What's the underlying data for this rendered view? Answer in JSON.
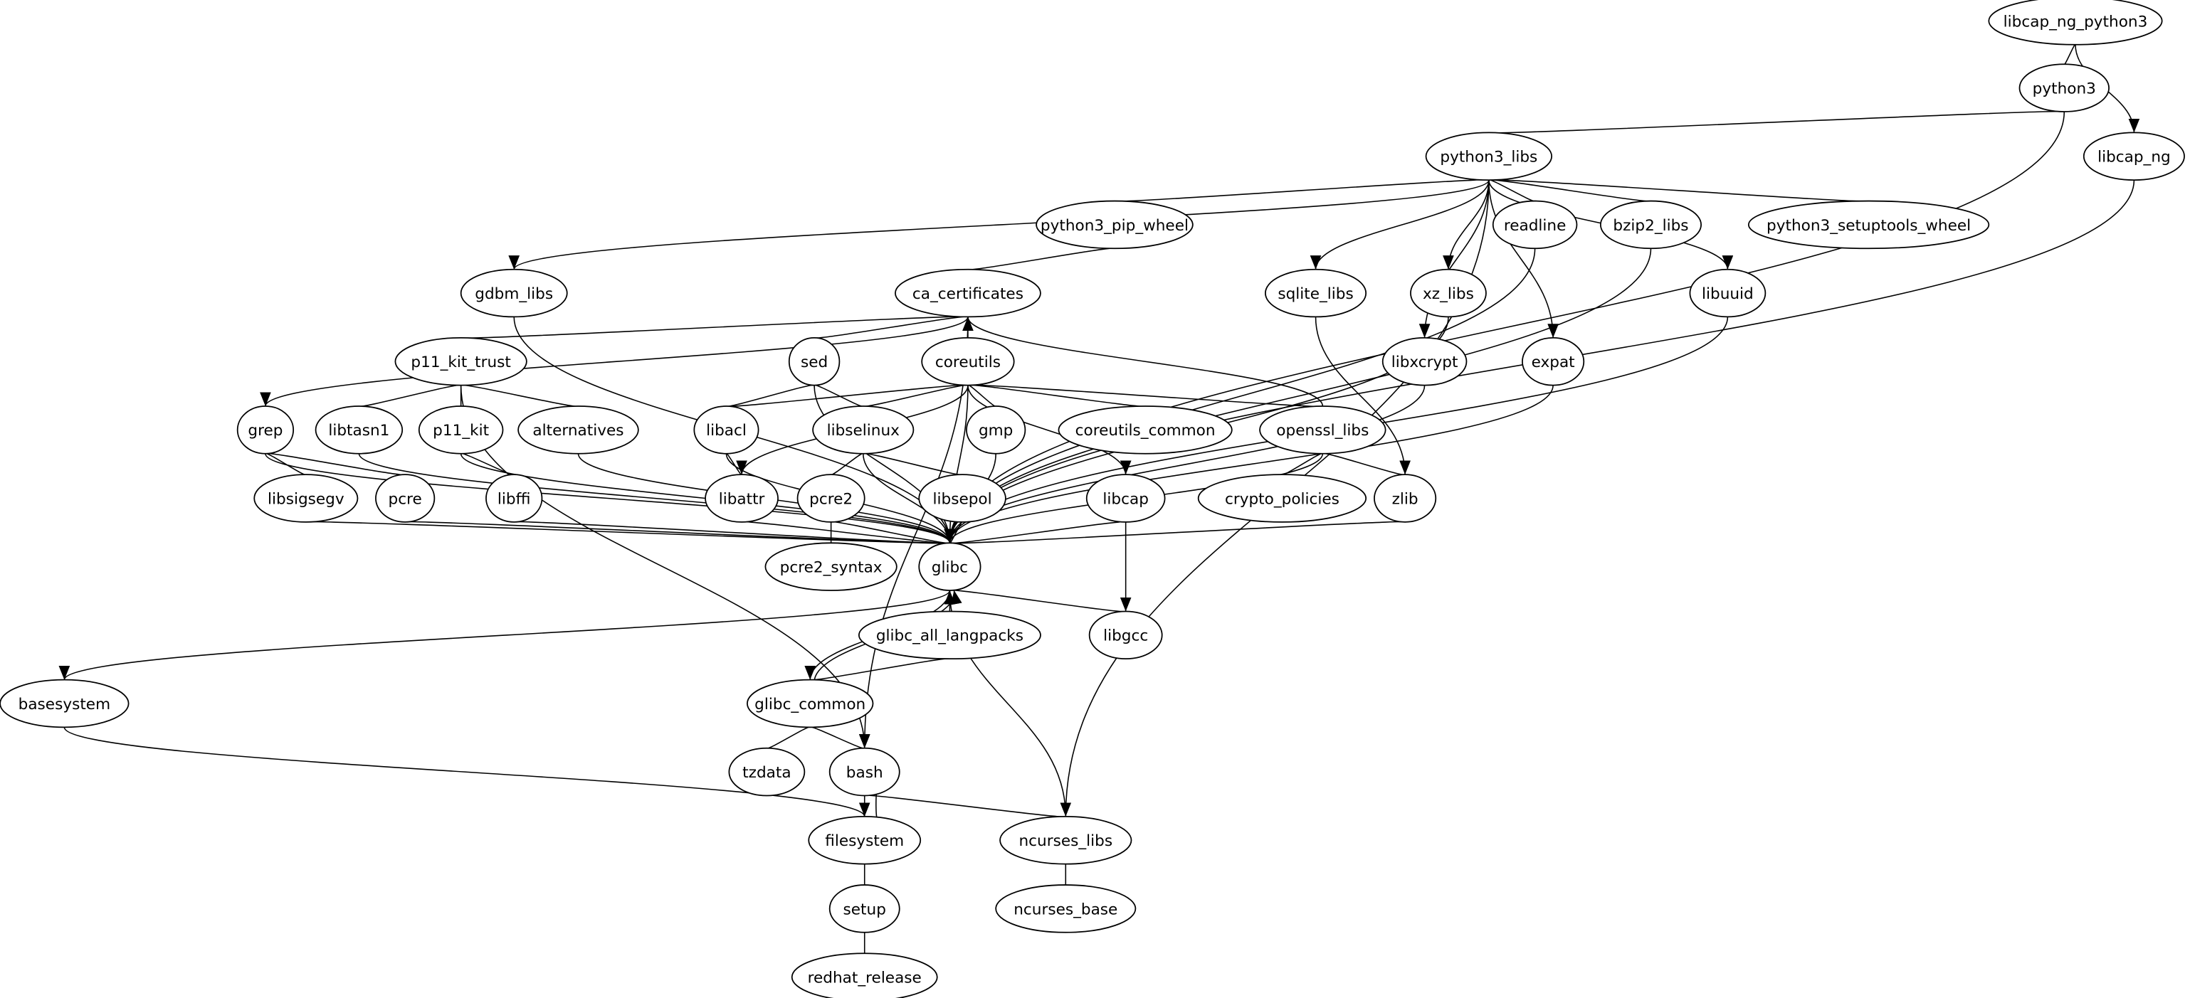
{
  "graph": {
    "nodes": [
      {
        "id": "libcap_ng_python3",
        "label": "libcap_ng_python3"
      },
      {
        "id": "python3",
        "label": "python3"
      },
      {
        "id": "libcap_ng",
        "label": "libcap_ng"
      },
      {
        "id": "python3_libs",
        "label": "python3_libs"
      },
      {
        "id": "python3_pip_wheel",
        "label": "python3_pip_wheel"
      },
      {
        "id": "readline",
        "label": "readline"
      },
      {
        "id": "bzip2_libs",
        "label": "bzip2_libs"
      },
      {
        "id": "python3_setuptools_wheel",
        "label": "python3_setuptools_wheel"
      },
      {
        "id": "gdbm_libs",
        "label": "gdbm_libs"
      },
      {
        "id": "ca_certificates",
        "label": "ca_certificates"
      },
      {
        "id": "sqlite_libs",
        "label": "sqlite_libs"
      },
      {
        "id": "xz_libs",
        "label": "xz_libs"
      },
      {
        "id": "libuuid",
        "label": "libuuid"
      },
      {
        "id": "p11_kit_trust",
        "label": "p11_kit_trust"
      },
      {
        "id": "sed",
        "label": "sed"
      },
      {
        "id": "coreutils",
        "label": "coreutils"
      },
      {
        "id": "libxcrypt",
        "label": "libxcrypt"
      },
      {
        "id": "expat",
        "label": "expat"
      },
      {
        "id": "grep",
        "label": "grep"
      },
      {
        "id": "libtasn1",
        "label": "libtasn1"
      },
      {
        "id": "p11_kit",
        "label": "p11_kit"
      },
      {
        "id": "alternatives",
        "label": "alternatives"
      },
      {
        "id": "libacl",
        "label": "libacl"
      },
      {
        "id": "libselinux",
        "label": "libselinux"
      },
      {
        "id": "gmp",
        "label": "gmp"
      },
      {
        "id": "coreutils_common",
        "label": "coreutils_common"
      },
      {
        "id": "openssl_libs",
        "label": "openssl_libs"
      },
      {
        "id": "libsigsegv",
        "label": "libsigsegv"
      },
      {
        "id": "pcre",
        "label": "pcre"
      },
      {
        "id": "libffi",
        "label": "libffi"
      },
      {
        "id": "libattr",
        "label": "libattr"
      },
      {
        "id": "pcre2",
        "label": "pcre2"
      },
      {
        "id": "libsepol",
        "label": "libsepol"
      },
      {
        "id": "libcap",
        "label": "libcap"
      },
      {
        "id": "crypto_policies",
        "label": "crypto_policies"
      },
      {
        "id": "zlib",
        "label": "zlib"
      },
      {
        "id": "pcre2_syntax",
        "label": "pcre2_syntax"
      },
      {
        "id": "glibc",
        "label": "glibc"
      },
      {
        "id": "glibc_all_langpacks",
        "label": "glibc_all_langpacks"
      },
      {
        "id": "libgcc",
        "label": "libgcc"
      },
      {
        "id": "basesystem",
        "label": "basesystem"
      },
      {
        "id": "glibc_common",
        "label": "glibc_common"
      },
      {
        "id": "tzdata",
        "label": "tzdata"
      },
      {
        "id": "bash",
        "label": "bash"
      },
      {
        "id": "filesystem",
        "label": "filesystem"
      },
      {
        "id": "ncurses_libs",
        "label": "ncurses_libs"
      },
      {
        "id": "setup",
        "label": "setup"
      },
      {
        "id": "ncurses_base",
        "label": "ncurses_base"
      },
      {
        "id": "redhat_release",
        "label": "redhat_release"
      }
    ],
    "edges": [
      [
        "libcap_ng_python3",
        "python3"
      ],
      [
        "libcap_ng_python3",
        "libcap_ng"
      ],
      [
        "python3",
        "python3_libs"
      ],
      [
        "python3",
        "glibc"
      ],
      [
        "libcap_ng",
        "glibc"
      ],
      [
        "python3_libs",
        "gdbm_libs"
      ],
      [
        "python3_libs",
        "python3_pip_wheel"
      ],
      [
        "python3_libs",
        "sqlite_libs"
      ],
      [
        "python3_libs",
        "libxcrypt"
      ],
      [
        "python3_libs",
        "xz_libs"
      ],
      [
        "python3_libs",
        "expat"
      ],
      [
        "python3_libs",
        "readline"
      ],
      [
        "python3_libs",
        "bzip2_libs"
      ],
      [
        "python3_libs",
        "libuuid"
      ],
      [
        "python3_libs",
        "python3_setuptools_wheel"
      ],
      [
        "python3_libs",
        "ncurses_libs"
      ],
      [
        "python3_pip_wheel",
        "ca_certificates"
      ],
      [
        "gdbm_libs",
        "glibc"
      ],
      [
        "ca_certificates",
        "grep"
      ],
      [
        "ca_certificates",
        "p11_kit_trust"
      ],
      [
        "ca_certificates",
        "sed"
      ],
      [
        "ca_certificates",
        "coreutils"
      ],
      [
        "ca_certificates",
        "bash"
      ],
      [
        "openssl_libs",
        "ca_certificates"
      ],
      [
        "sqlite_libs",
        "zlib"
      ],
      [
        "readline",
        "glibc"
      ],
      [
        "bzip2_libs",
        "glibc"
      ],
      [
        "libuuid",
        "glibc"
      ],
      [
        "xz_libs",
        "glibc"
      ],
      [
        "libxcrypt",
        "glibc"
      ],
      [
        "expat",
        "glibc"
      ],
      [
        "p11_kit_trust",
        "libtasn1"
      ],
      [
        "p11_kit_trust",
        "p11_kit"
      ],
      [
        "p11_kit_trust",
        "alternatives"
      ],
      [
        "p11_kit_trust",
        "bash"
      ],
      [
        "sed",
        "libacl"
      ],
      [
        "sed",
        "libselinux"
      ],
      [
        "sed",
        "glibc"
      ],
      [
        "coreutils",
        "libacl"
      ],
      [
        "coreutils",
        "libattr"
      ],
      [
        "coreutils",
        "libselinux"
      ],
      [
        "coreutils",
        "gmp"
      ],
      [
        "coreutils",
        "coreutils_common"
      ],
      [
        "coreutils",
        "openssl_libs"
      ],
      [
        "coreutils",
        "libcap"
      ],
      [
        "coreutils",
        "glibc"
      ],
      [
        "grep",
        "libsigsegv"
      ],
      [
        "grep",
        "pcre"
      ],
      [
        "grep",
        "glibc"
      ],
      [
        "libtasn1",
        "glibc"
      ],
      [
        "p11_kit",
        "libffi"
      ],
      [
        "p11_kit",
        "glibc"
      ],
      [
        "alternatives",
        "glibc"
      ],
      [
        "libacl",
        "libattr"
      ],
      [
        "libacl",
        "glibc"
      ],
      [
        "libselinux",
        "pcre2"
      ],
      [
        "libselinux",
        "libsepol"
      ],
      [
        "libselinux",
        "glibc"
      ],
      [
        "gmp",
        "glibc"
      ],
      [
        "openssl_libs",
        "crypto_policies"
      ],
      [
        "openssl_libs",
        "zlib"
      ],
      [
        "openssl_libs",
        "glibc"
      ],
      [
        "libsigsegv",
        "glibc"
      ],
      [
        "pcre",
        "glibc"
      ],
      [
        "libffi",
        "glibc"
      ],
      [
        "libattr",
        "glibc"
      ],
      [
        "pcre2",
        "pcre2_syntax"
      ],
      [
        "pcre2",
        "glibc"
      ],
      [
        "libsepol",
        "glibc"
      ],
      [
        "libcap",
        "glibc"
      ],
      [
        "libcap",
        "libgcc"
      ],
      [
        "zlib",
        "glibc"
      ],
      [
        "glibc",
        "glibc_all_langpacks"
      ],
      [
        "glibc",
        "libgcc"
      ],
      [
        "glibc",
        "basesystem"
      ],
      [
        "glibc",
        "glibc_common"
      ],
      [
        "glibc_common",
        "glibc"
      ],
      [
        "glibc_all_langpacks",
        "glibc_common"
      ],
      [
        "glibc_common",
        "tzdata"
      ],
      [
        "glibc_common",
        "bash"
      ],
      [
        "basesystem",
        "filesystem"
      ],
      [
        "bash",
        "filesystem"
      ],
      [
        "filesystem",
        "bash"
      ],
      [
        "bash",
        "ncurses_libs"
      ],
      [
        "ncurses_libs",
        "glibc"
      ],
      [
        "ncurses_libs",
        "ncurses_base"
      ],
      [
        "filesystem",
        "setup"
      ],
      [
        "setup",
        "redhat_release"
      ]
    ]
  }
}
